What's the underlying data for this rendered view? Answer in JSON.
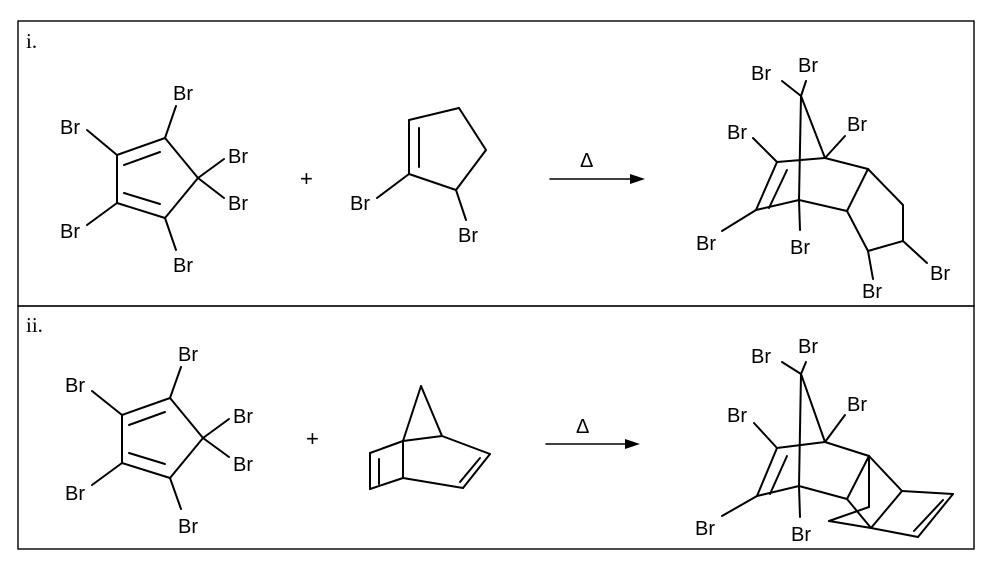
{
  "panels": [
    {
      "label": "i.",
      "reactant1": {
        "substituents": [
          "Br",
          "Br",
          "Br",
          "Br",
          "Br",
          "Br"
        ]
      },
      "plus": "+",
      "reactant2": {
        "substituents": [
          "Br",
          "Br"
        ]
      },
      "arrow": {
        "condition": "Δ"
      },
      "product": {
        "substituents": [
          "Br",
          "Br",
          "Br",
          "Br",
          "Br",
          "Br",
          "Br",
          "Br"
        ]
      }
    },
    {
      "label": "ii.",
      "reactant1": {
        "substituents": [
          "Br",
          "Br",
          "Br",
          "Br",
          "Br",
          "Br"
        ]
      },
      "plus": "+",
      "reactant2": {
        "substituents": []
      },
      "arrow": {
        "condition": "Δ"
      },
      "product": {
        "substituents": [
          "Br",
          "Br",
          "Br",
          "Br",
          "Br",
          "Br"
        ]
      }
    }
  ]
}
